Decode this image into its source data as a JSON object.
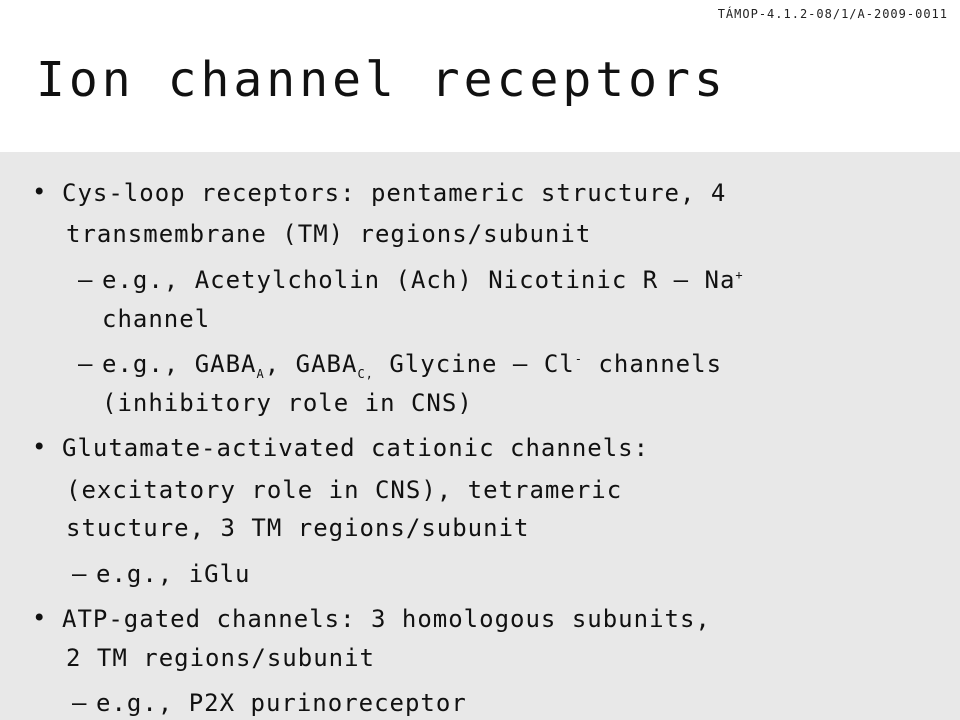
{
  "header": {
    "project_code": "TÁMOP-4.1.2-08/1/A-2009-0011",
    "title": "Ion channel receptors"
  },
  "slide": {
    "b1": {
      "bullet": "•",
      "l1": " Cys-loop receptors: pentameric structure, 4",
      "l2": "transmembrane (TM) regions/subunit",
      "s1": {
        "dash": "–",
        "a": "e.g., Acetylcholin (Ach) Nicotinic R – Na",
        "sup": "+",
        "b": "channel"
      },
      "s2": {
        "dash": "–",
        "a": "e.g., GABA",
        "sub1": "A",
        "b": ", GABA",
        "sub2": "C,",
        "c": " Glycine – Cl",
        "sup": "-",
        "d": " channels",
        "e": "(inhibitory role in CNS)"
      }
    },
    "b2": {
      "bullet": "•",
      "l1": " Glutamate-activated cationic channels:",
      "l2": "(excitatory role in CNS), tetrameric",
      "l3": "stucture, 3 TM regions/subunit",
      "s1": {
        "dash": "–",
        "a": "e.g., iGlu"
      }
    },
    "b3": {
      "bullet": "•",
      "l1": " ATP-gated channels: 3 homologous subunits,",
      "l2": "2 TM regions/subunit",
      "s1": {
        "dash": "–",
        "a": "e.g., P2X purinoreceptor"
      }
    }
  }
}
